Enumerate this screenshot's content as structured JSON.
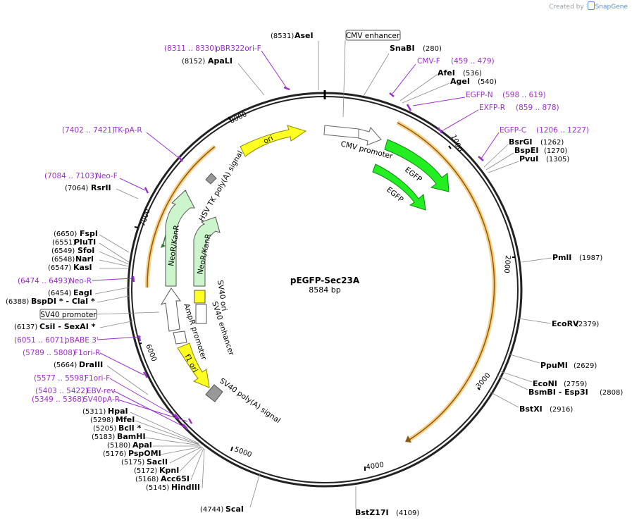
{
  "credit": {
    "prefix": "Created by",
    "brand": "SnapGene"
  },
  "plasmid": {
    "name": "pEGFP-Sec23A",
    "length": "8584 bp"
  },
  "ticks": [
    "1000",
    "2000",
    "3000",
    "4000",
    "5000",
    "6000",
    "7000",
    "8000"
  ],
  "sites": [
    {
      "pos": "(8531)",
      "name": "AseI"
    },
    {
      "pos": "(8152)",
      "name": "ApaLI"
    },
    {
      "pos": "(280)",
      "name": "SnaBI"
    },
    {
      "pos": "(536)",
      "name": "AfeI"
    },
    {
      "pos": "(540)",
      "name": "AgeI"
    },
    {
      "pos": "(1262)",
      "name": "BsrGI"
    },
    {
      "pos": "(1270)",
      "name": "BspEI"
    },
    {
      "pos": "(1305)",
      "name": "PvuI"
    },
    {
      "pos": "(1987)",
      "name": "PmlI"
    },
    {
      "pos": "(2379)",
      "name": "EcoRV"
    },
    {
      "pos": "(2629)",
      "name": "PpuMI"
    },
    {
      "pos": "(2759)",
      "name": "EcoNI"
    },
    {
      "pos": "(2808)",
      "name": "BsmBI - Esp3I"
    },
    {
      "pos": "(2916)",
      "name": "BstXI"
    },
    {
      "pos": "(4109)",
      "name": "BstZ17I"
    },
    {
      "pos": "(4744)",
      "name": "ScaI"
    },
    {
      "pos": "(7064)",
      "name": "RsrII"
    },
    {
      "pos": "(6650)",
      "name": "FspI"
    },
    {
      "pos": "(6551)",
      "name": "PluTI"
    },
    {
      "pos": "(6549)",
      "name": "SfoI"
    },
    {
      "pos": "(6548)",
      "name": "NarI"
    },
    {
      "pos": "(6547)",
      "name": "KasI"
    },
    {
      "pos": "(6454)",
      "name": "EagI"
    },
    {
      "pos": "(6388)",
      "name": "BspDI * - ClaI *"
    },
    {
      "pos": "(6137)",
      "name": "CsiI - SexAI *"
    },
    {
      "pos": "(5664)",
      "name": "DraIII"
    },
    {
      "pos": "(5311)",
      "name": "HpaI"
    },
    {
      "pos": "(5298)",
      "name": "MfeI"
    },
    {
      "pos": "(5205)",
      "name": "BclI *"
    },
    {
      "pos": "(5183)",
      "name": "BamHI"
    },
    {
      "pos": "(5180)",
      "name": "ApaI"
    },
    {
      "pos": "(5176)",
      "name": "PspOMI"
    },
    {
      "pos": "(5175)",
      "name": "SacII"
    },
    {
      "pos": "(5172)",
      "name": "KpnI"
    },
    {
      "pos": "(5168)",
      "name": "Acc65I"
    },
    {
      "pos": "(5145)",
      "name": "HindIII"
    }
  ],
  "primers": [
    {
      "range": "(8311 .. 8330)",
      "name": "pBR322ori-F"
    },
    {
      "range": "(459 .. 479)",
      "name": "CMV-F"
    },
    {
      "range": "(598 .. 619)",
      "name": "EGFP-N"
    },
    {
      "range": "(859 .. 878)",
      "name": "EXFP-R"
    },
    {
      "range": "(1206 .. 1227)",
      "name": "EGFP-C"
    },
    {
      "range": "(7402 .. 7421)",
      "name": "TK-pA-R"
    },
    {
      "range": "(7084 .. 7103)",
      "name": "Neo-F"
    },
    {
      "range": "(6474 .. 6493)",
      "name": "Neo-R"
    },
    {
      "range": "(6051 .. 6071)",
      "name": "pBABE 3'"
    },
    {
      "range": "(5789 .. 5808)",
      "name": "F1ori-R"
    },
    {
      "range": "(5577 .. 5598)",
      "name": "F1ori-F"
    },
    {
      "range": "(5403 .. 5422)",
      "name": "EBV-rev"
    },
    {
      "range": "(5349 .. 5368)",
      "name": "SV40pA-R"
    }
  ],
  "boxed_features": [
    "CMV enhancer",
    "SV40 promoter"
  ],
  "features": {
    "cmv_promoter": "CMV promoter",
    "egfp_outer": "EGFP",
    "egfp_inner": "EGFP",
    "ori": "ori",
    "hsv": "HSV TK poly(A) signal",
    "neo_outer": "NeoR/KanR",
    "neo_inner": "NeoR/KanR",
    "sv40_ori": "SV40 ori",
    "sv40_enh": "SV40 enhancer",
    "ampr_prom": "AmpR promoter",
    "f1_ori": "f1 ori",
    "sv40_pa": "SV40 poly(A) signal"
  },
  "colors": {
    "primer": "#9b30c8",
    "egfp": "#22ee22",
    "ori": "#ffff22",
    "neo": "#ccf5cc",
    "orf_highlight": "#f7cf85"
  }
}
